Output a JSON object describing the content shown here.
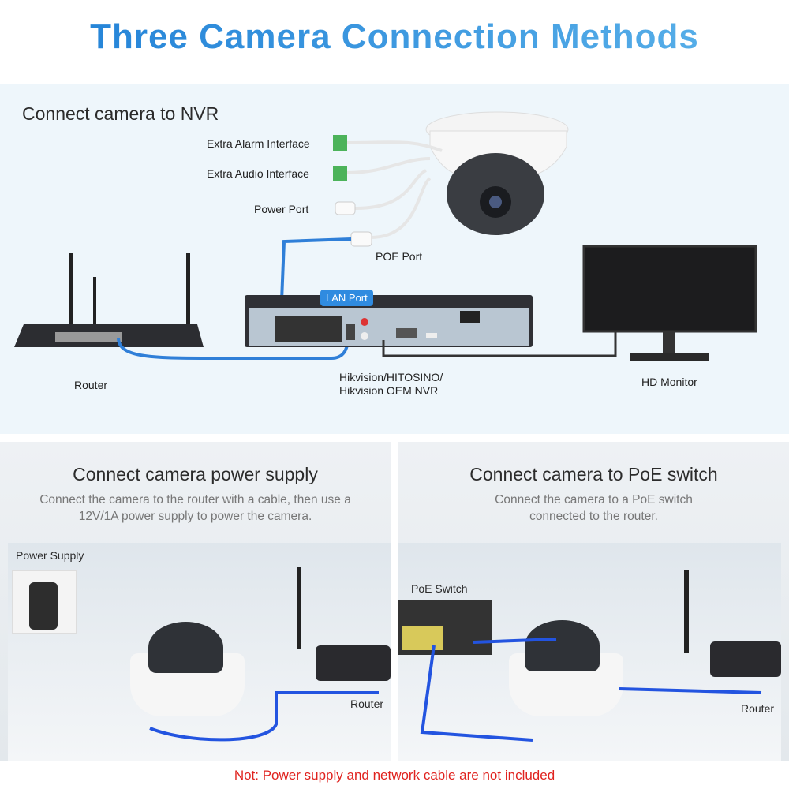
{
  "title": "Three Camera Connection Methods",
  "nvr_section": {
    "heading": "Connect camera to NVR",
    "labels": {
      "alarm": "Extra Alarm Interface",
      "audio": "Extra Audio Interface",
      "power": "Power Port",
      "poe": "POE Port",
      "lan": "LAN Port",
      "router": "Router",
      "nvr": "Hikvision/HITOSINO/\nHikvision OEM NVR",
      "monitor": "HD Monitor"
    }
  },
  "power_section": {
    "heading": "Connect camera power supply",
    "description": "Connect the camera to the router with a cable, then use a 12V/1A power supply to power the camera.",
    "labels": {
      "power_supply": "Power Supply",
      "router": "Router"
    }
  },
  "poe_section": {
    "heading": "Connect camera to PoE switch",
    "description": "Connect the camera to a PoE switch connected to the router.",
    "labels": {
      "poe_switch": "PoE Switch",
      "router": "Router"
    }
  },
  "note": "Not: Power supply and network cable are not included",
  "colors": {
    "accent": "#1f7fd6",
    "cable": "#2b6fd6",
    "warning": "#e0231f"
  }
}
